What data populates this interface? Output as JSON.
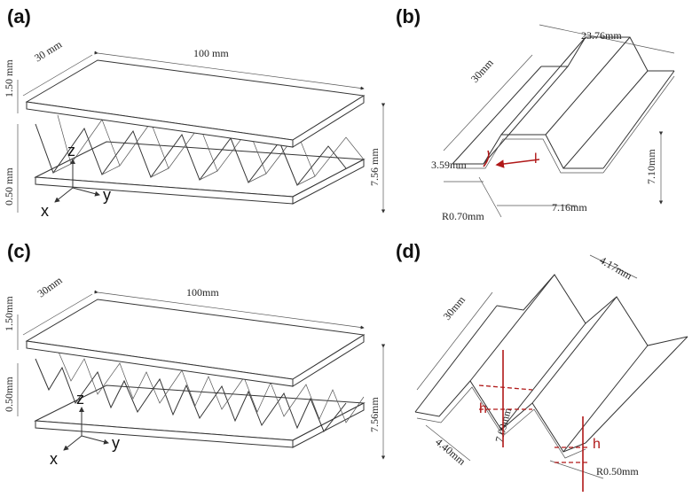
{
  "panels": {
    "a": {
      "label": "(a)",
      "dims": {
        "length": "100 mm",
        "width": "30 mm",
        "face_thickness": "1.50 mm",
        "core_thickness": "0.50 mm",
        "total_height": "7.56 mm"
      },
      "axes": {
        "z": "z",
        "y": "y",
        "x": "x"
      }
    },
    "b": {
      "label": "(b)",
      "dims": {
        "width": "23.76mm",
        "length": "30mm",
        "flange": "3.59mm",
        "height": "7.10mm",
        "top": "7.16mm",
        "radius": "R0.70mm"
      },
      "annotation": "l"
    },
    "c": {
      "label": "(c)",
      "dims": {
        "length": "100mm",
        "width": "30mm",
        "face_thickness": "1.50mm",
        "core_thickness": "0.50mm",
        "total_height": "7.56mm"
      },
      "axes": {
        "z": "z",
        "y": "y",
        "x": "x"
      }
    },
    "d": {
      "label": "(d)",
      "dims": {
        "width": "4.17mm",
        "length": "30mm",
        "base": "4.40mm",
        "height": "7.09mm",
        "radius": "R0.50mm"
      },
      "annotation_1": "h",
      "annotation_2": "h"
    }
  },
  "colors": {
    "line": "#333333",
    "accent": "#b01818"
  }
}
